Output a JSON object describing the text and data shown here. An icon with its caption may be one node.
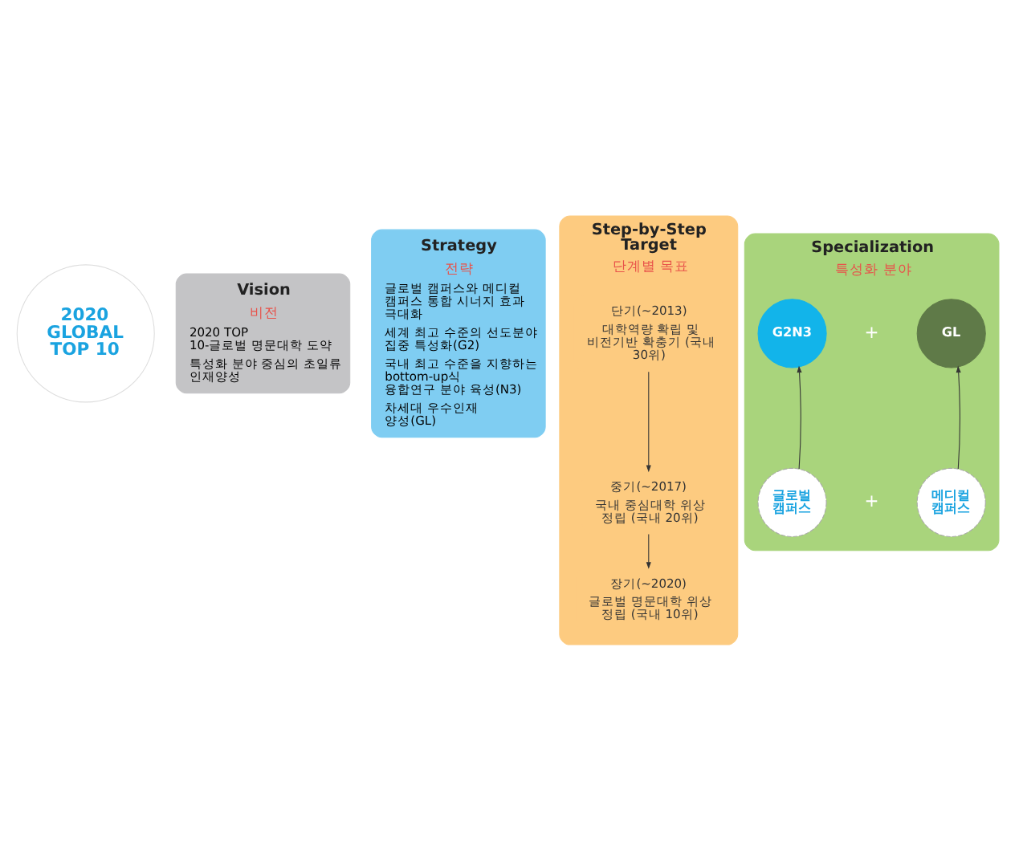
{
  "diagram": {
    "nodes": [
      {
        "text": [
          "2020 GLOBAL TOP 10"
        ]
      },
      {
        "text": [
          "Vision",
          "비전",
          "2020 TOP 10-글로벌 명문대학 도약",
          "특성화 분야 중심의 초일류 인재양성"
        ]
      },
      {
        "text": [
          "Strategy",
          "전략",
          "글로벌 캠퍼스와 메디컬 캠퍼스 통합 시너지 효과 극대화",
          "세계 최고 수준의 선도분야 집중 특성화(G2)",
          "국내 최고 수준을 지향하는 bottom-up식 융합연구 분야 육성(N3)",
          "차세대 우수인재 양성(GL)"
        ]
      },
      {
        "text": [
          "Step-by-Step Target",
          "단계별 목표"
        ]
      },
      {
        "text": [
          "단기(~2013)",
          "대학역량 확립 및 비전기반 확충기 (국내 30위)"
        ],
        "in": 3
      },
      {
        "text": [
          "중기(~2017)",
          "국내 중심대학 위상 정립 (국내 20위)"
        ],
        "in": 3
      },
      {
        "text": [
          "장기(~2020)",
          "글로벌 명문대학 위상 정립 (국내 10위)"
        ],
        "in": 3
      },
      {
        "text": [
          "Specialization",
          "특성화 분야"
        ]
      },
      {
        "text": [
          "G2N3"
        ],
        "in": 7
      },
      {
        "text": [
          "GL"
        ],
        "in": 7
      },
      {
        "text": [
          "글로벌 캠퍼스"
        ],
        "in": 7
      },
      {
        "text": [
          "메디컬 캠퍼스"
        ],
        "in": 7
      }
    ],
    "edges": [
      {
        "from": 4,
        "to": 5,
        "arrow": "to"
      },
      {
        "from": 5,
        "to": 6,
        "arrow": "to"
      },
      {
        "from": 10,
        "to": 8,
        "arrow": "to"
      },
      {
        "from": 11,
        "to": 9,
        "arrow": "to"
      }
    ],
    "labels": [
      "+",
      "+"
    ]
  }
}
